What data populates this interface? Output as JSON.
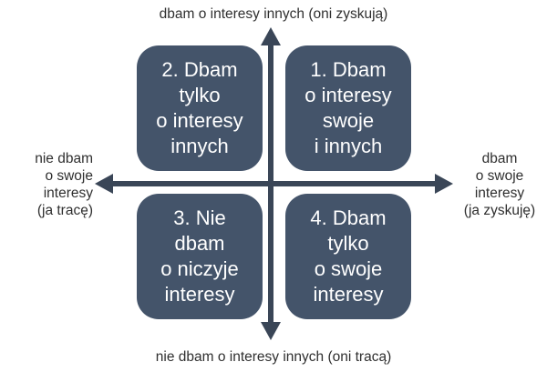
{
  "axis_labels": {
    "top": "dbam o interesy innych (oni zyskują)",
    "bottom": "nie dbam o interesy innych (oni tracą)",
    "left": "nie dbam\no swoje\ninteresy\n(ja tracę)",
    "right": "dbam\no swoje\ninteresy\n(ja zyskuję)"
  },
  "quadrants": {
    "q1": "1. Dbam\no interesy\nswoje\ni innych",
    "q2": "2. Dbam\ntylko\no interesy\ninnych",
    "q3": "3. Nie\ndbam\no niczyje\ninteresy",
    "q4": "4. Dbam\ntylko\no swoje\ninteresy"
  },
  "colors": {
    "box_fill": "#44546a",
    "axis": "#3a4657",
    "box_text": "#ffffff",
    "label_text": "#2f2f2f"
  }
}
